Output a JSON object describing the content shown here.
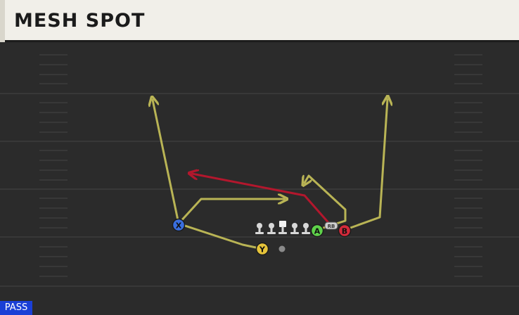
{
  "title": "MESH SPOT",
  "badge": "PASS",
  "colors": {
    "field": "#2b2b2b",
    "yard_line": "#3e3e3e",
    "route_primary": "#b9b455",
    "route_highlight": "#b3172d",
    "receiver_x": "#3a6fe0",
    "receiver_y": "#e6c43a",
    "receiver_a": "#5fd24a",
    "receiver_b": "#d42a3a",
    "lineman": "#d8d8d8"
  },
  "players": [
    {
      "id": "X",
      "label": "X",
      "icon": "receiver-circle"
    },
    {
      "id": "Y",
      "label": "Y",
      "icon": "receiver-circle"
    },
    {
      "id": "A",
      "label": "A",
      "icon": "receiver-circle"
    },
    {
      "id": "B",
      "label": "B",
      "icon": "receiver-circle"
    },
    {
      "id": "RB",
      "label": "RB",
      "icon": "running-back-badge"
    }
  ],
  "routes": [
    {
      "player": "X",
      "type": "go",
      "color": "route_primary"
    },
    {
      "player": "X",
      "type": "shallow-cross",
      "color": "route_primary"
    },
    {
      "player": "Y",
      "type": "block-path",
      "color": "route_primary"
    },
    {
      "player": "A",
      "type": "spot",
      "color": "route_primary"
    },
    {
      "player": "B",
      "type": "go",
      "color": "route_primary"
    },
    {
      "player": "RB",
      "type": "angle",
      "color": "route_highlight"
    }
  ]
}
